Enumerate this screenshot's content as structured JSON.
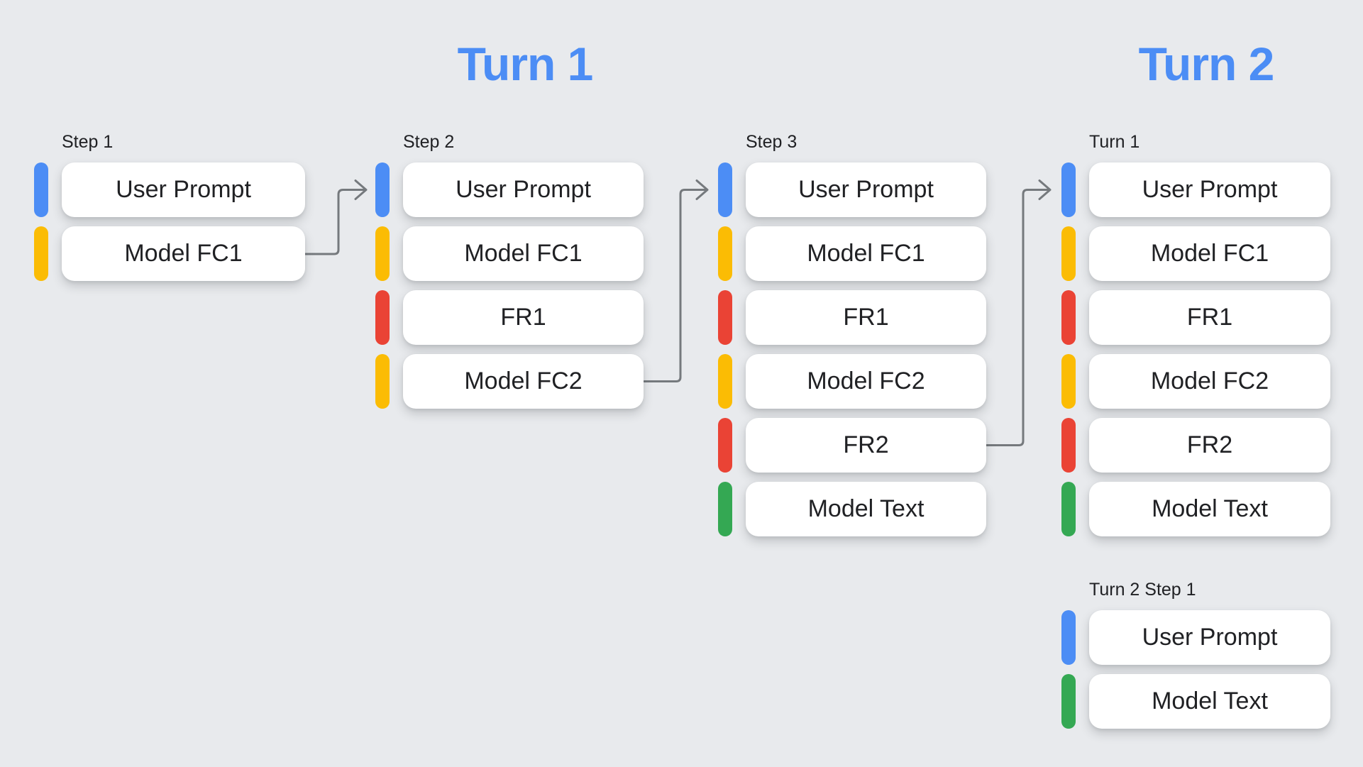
{
  "titles": {
    "turn1": "Turn 1",
    "turn2": "Turn 2"
  },
  "colors": {
    "background": "#E8EAED",
    "title_blue": "#4C8DF5",
    "box_fill": "#FFFFFF",
    "box_text": "#202124",
    "arrow_gray": "#75797D",
    "bar_user_prompt": "#4C8DF5",
    "bar_model_fc": "#FBBC04",
    "bar_function_response": "#EA4335",
    "bar_model_text": "#34A853"
  },
  "columns": [
    {
      "label": "Step 1",
      "rows": [
        {
          "type": "user_prompt",
          "label": "User Prompt"
        },
        {
          "type": "model_fc",
          "label": "Model FC1"
        }
      ]
    },
    {
      "label": "Step 2",
      "rows": [
        {
          "type": "user_prompt",
          "label": "User Prompt"
        },
        {
          "type": "model_fc",
          "label": "Model FC1"
        },
        {
          "type": "function_response",
          "label": "FR1"
        },
        {
          "type": "model_fc",
          "label": "Model FC2"
        }
      ]
    },
    {
      "label": "Step 3",
      "rows": [
        {
          "type": "user_prompt",
          "label": "User Prompt"
        },
        {
          "type": "model_fc",
          "label": "Model FC1"
        },
        {
          "type": "function_response",
          "label": "FR1"
        },
        {
          "type": "model_fc",
          "label": "Model FC2"
        },
        {
          "type": "function_response",
          "label": "FR2"
        },
        {
          "type": "model_text",
          "label": "Model Text"
        }
      ]
    },
    {
      "label": "Turn 1",
      "rows": [
        {
          "type": "user_prompt",
          "label": "User Prompt"
        },
        {
          "type": "model_fc",
          "label": "Model FC1"
        },
        {
          "type": "function_response",
          "label": "FR1"
        },
        {
          "type": "model_fc",
          "label": "Model FC2"
        },
        {
          "type": "function_response",
          "label": "FR2"
        },
        {
          "type": "model_text",
          "label": "Model Text"
        }
      ]
    },
    {
      "label": "Turn 2 Step 1",
      "rows": [
        {
          "type": "user_prompt",
          "label": "User Prompt"
        },
        {
          "type": "model_text",
          "label": "Model Text"
        }
      ]
    }
  ],
  "arrows": [
    {
      "from": "step-1-model-fc1",
      "to": "step-2-user-prompt"
    },
    {
      "from": "step-2-model-fc2",
      "to": "step-3-user-prompt"
    },
    {
      "from": "step-3-fr2",
      "to": "turn-2-turn-1-user-prompt"
    }
  ]
}
